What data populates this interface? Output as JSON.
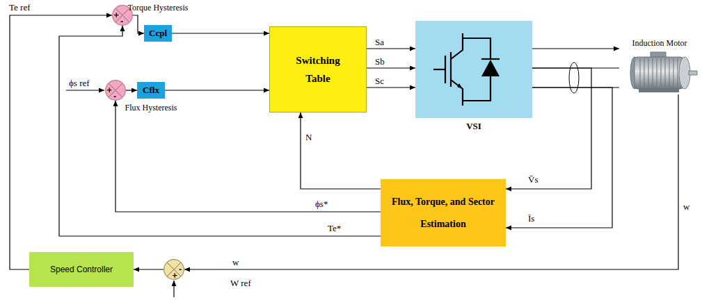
{
  "diagram": {
    "nodes": [
      {
        "text": [
          "+",
          "-"
        ]
      },
      {
        "text": [
          "Torque Hysteresis",
          "Ccpl"
        ]
      },
      {
        "text": [
          "+",
          "-"
        ]
      },
      {
        "text": [
          "Cflx",
          "Flux Hysteresis"
        ]
      },
      {
        "text": [
          "Switching Table"
        ]
      },
      {
        "text": [
          "VSI"
        ]
      },
      {
        "text": [
          "Induction Motor"
        ]
      },
      {
        "text": [
          "Flux, Torque, and Sector Estimation"
        ]
      },
      {
        "text": [
          "-",
          "+"
        ]
      },
      {
        "text": [
          "Speed Controller"
        ]
      }
    ],
    "edges": [
      {
        "from": 0,
        "to": 1,
        "arrow": "to"
      },
      {
        "from": 1,
        "to": 4,
        "arrow": "to"
      },
      {
        "from": 2,
        "to": 3,
        "arrow": "to"
      },
      {
        "from": 3,
        "to": 4,
        "arrow": "to"
      },
      {
        "from": 4,
        "to": 5,
        "label": "Sa",
        "arrow": "to"
      },
      {
        "from": 4,
        "to": 5,
        "label": "Sb",
        "arrow": "to"
      },
      {
        "from": 4,
        "to": 5,
        "label": "Sc",
        "arrow": "to"
      },
      {
        "from": 5,
        "to": 6,
        "arrow": "to"
      },
      {
        "from": 5,
        "to": 6,
        "arrow": "none"
      },
      {
        "from": 5,
        "to": 6,
        "arrow": "none"
      },
      {
        "from": 5,
        "to": 7,
        "label": "V̄s",
        "arrow": "to"
      },
      {
        "from": 5,
        "to": 7,
        "label": "Īs",
        "arrow": "to"
      },
      {
        "from": 7,
        "to": 4,
        "label": "N",
        "arrow": "to"
      },
      {
        "from": 7,
        "to": 2,
        "label": "ϕs*",
        "arrow": "to"
      },
      {
        "from": 7,
        "to": 0,
        "label": "Te*",
        "arrow": "to"
      },
      {
        "from": 6,
        "to": 8,
        "label": "w",
        "arrow": "to"
      },
      {
        "from": 8,
        "to": 9,
        "arrow": "to"
      },
      {
        "from": 9,
        "to": 0,
        "arrow": "to"
      }
    ],
    "labels": [
      "Te ref",
      "ϕs ref",
      "W ref",
      "w"
    ]
  }
}
